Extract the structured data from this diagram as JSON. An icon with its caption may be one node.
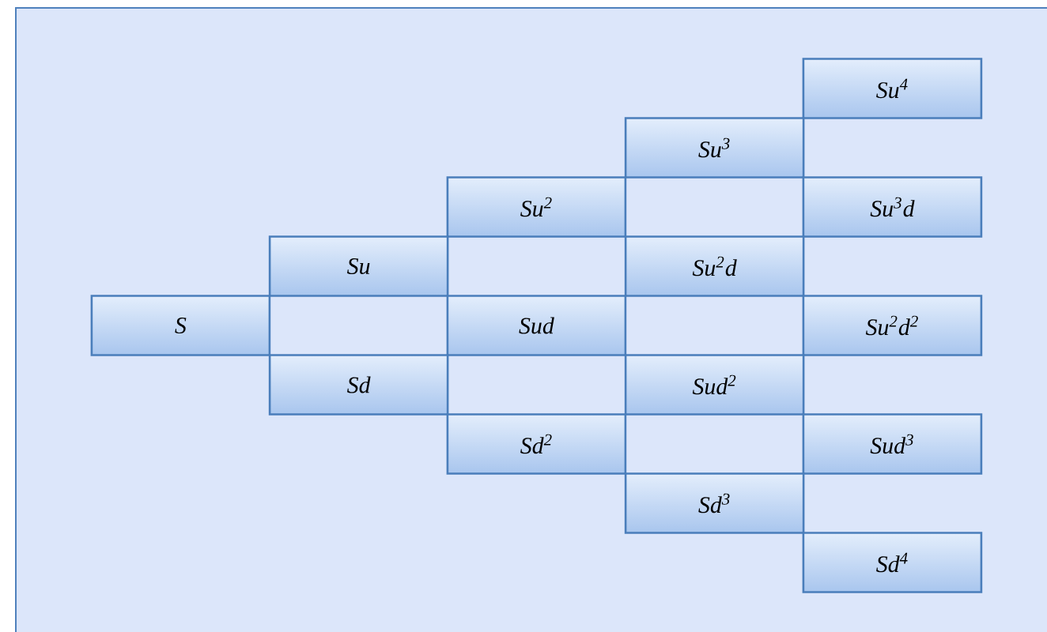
{
  "diagram": {
    "nodes": [
      {
        "text": [
          "Su$^{4}$"
        ]
      },
      {
        "text": [
          "Su$^{3}$"
        ]
      },
      {
        "text": [
          "Su$^{2}$"
        ]
      },
      {
        "text": [
          "Su$^{3}$d"
        ]
      },
      {
        "text": [
          "Su"
        ]
      },
      {
        "text": [
          "Su$^{2}$d"
        ]
      },
      {
        "text": [
          "S"
        ]
      },
      {
        "text": [
          "Sud"
        ]
      },
      {
        "text": [
          "Su$^{2}$d$^{2}$"
        ]
      },
      {
        "text": [
          "Sd"
        ]
      },
      {
        "text": [
          "Sud$^{2}$"
        ]
      },
      {
        "text": [
          "Sd$^{2}$"
        ]
      },
      {
        "text": [
          "Sud$^{3}$"
        ]
      },
      {
        "text": [
          "Sd$^{3}$"
        ]
      },
      {
        "text": [
          "Sd$^{4}$"
        ]
      }
    ]
  }
}
